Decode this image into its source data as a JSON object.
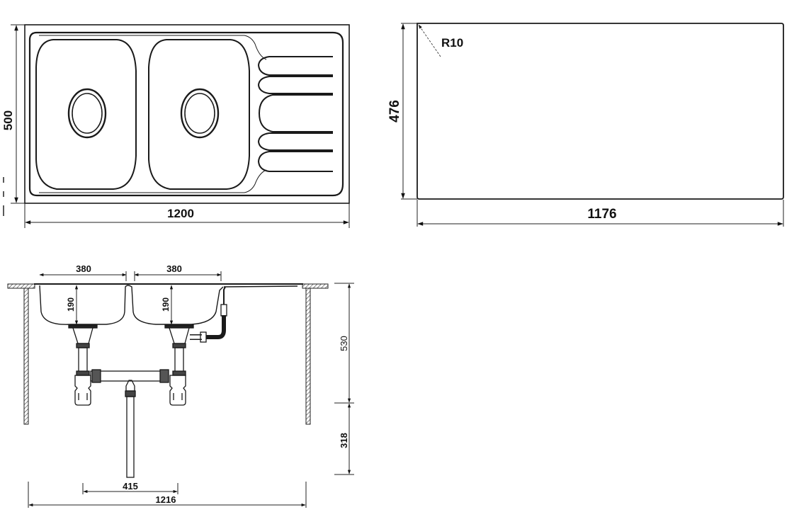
{
  "top_view": {
    "width_label": "1200",
    "height_label": "500",
    "bowls": 2,
    "drainer_grooves": 5
  },
  "cutout_view": {
    "width_label": "1176",
    "height_label": "476",
    "corner_radius_label": "R10"
  },
  "side_view": {
    "bowl1_width_label": "380",
    "bowl2_width_label": "380",
    "bowl1_depth_label": "190",
    "bowl2_depth_label": "190",
    "upper_height_label": "530",
    "lower_height_label": "318",
    "drain_spacing_label": "415",
    "cabinet_width_label": "1216"
  },
  "colors": {
    "line": "#1a1a1a",
    "background": "#ffffff",
    "hatch": "#333333"
  }
}
